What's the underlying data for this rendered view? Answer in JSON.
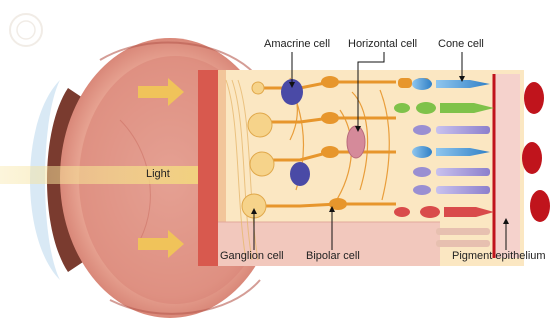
{
  "labels": {
    "amacrine": "Amacrine cell",
    "horizontal": "Horizontal cell",
    "cone": "Cone cell",
    "light": "Light",
    "ganglion": "Ganglion cell",
    "bipolar": "Bipolar cell",
    "pigment": "Pigment epithelium"
  },
  "colors": {
    "eye_wall": "#e8a79a",
    "eye_inner": "#d9776c",
    "light_beam": "#f3d77a",
    "arrow": "#f0c35a",
    "retina_bg": "#fbe7c2",
    "axon": "#e7962c",
    "rod": "#9a8fd2",
    "cone": "#3a8fd6",
    "green_cell": "#7fc24a",
    "red_cell": "#d94b4b",
    "pigment": "#c0141c",
    "ganglion": "#f6d38a",
    "amacrine": "#4a4aa6",
    "horizontal": "#d58a9a"
  },
  "icons": [
    "arrow-right-icon",
    "arrow-right-icon",
    "arrow-right-icon"
  ]
}
